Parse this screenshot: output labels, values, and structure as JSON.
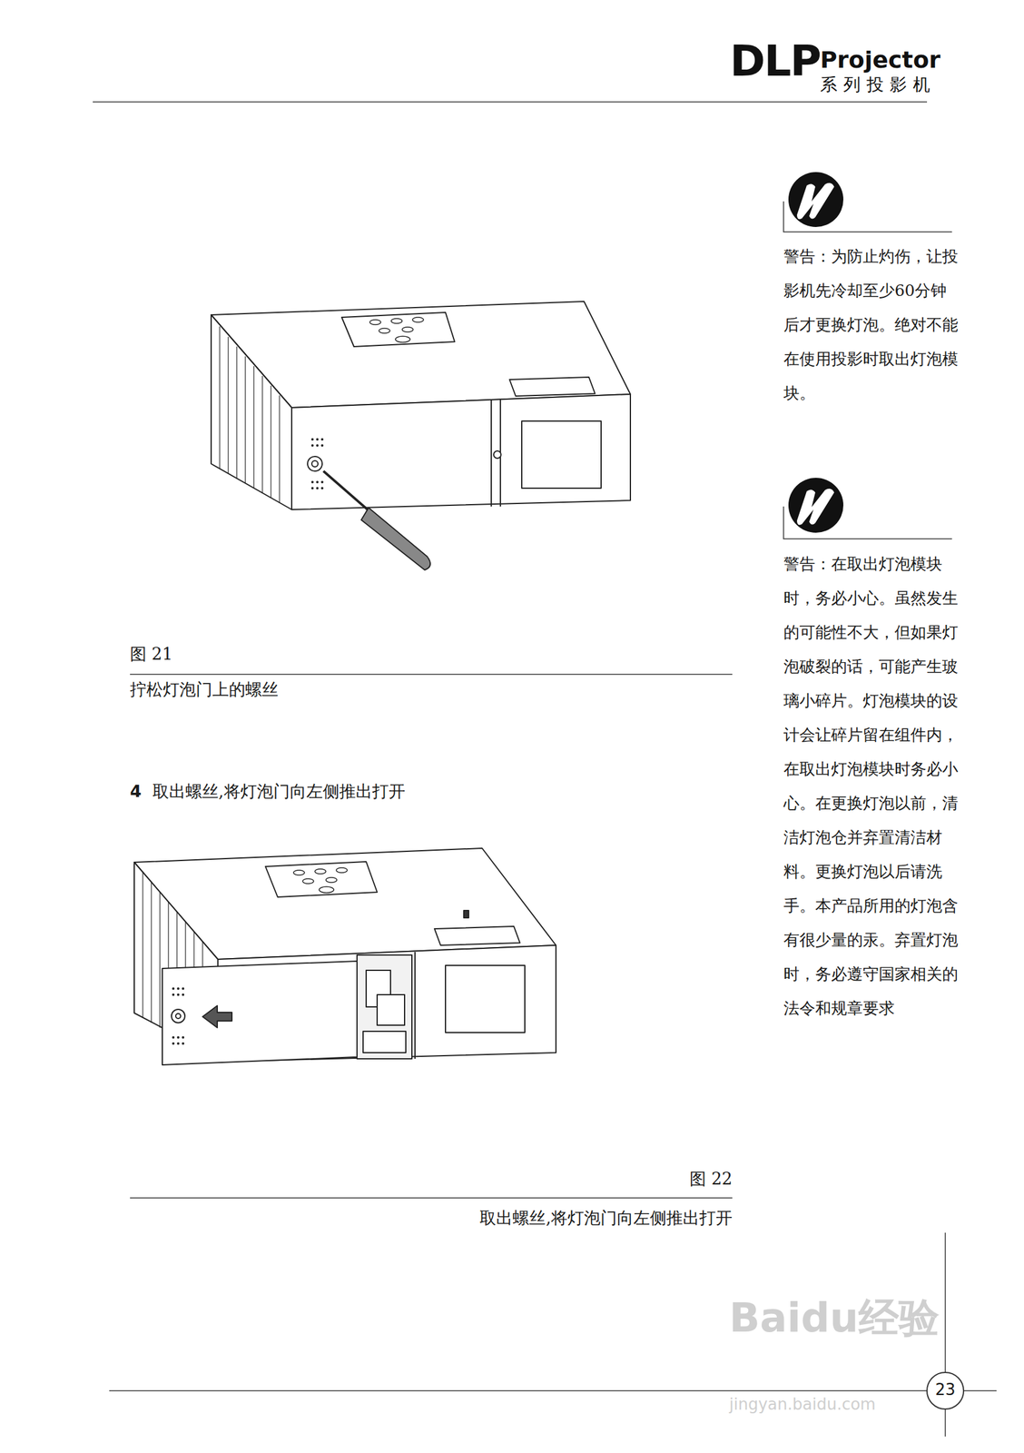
{
  "diagram": {
    "labels": [
      "DLP",
      "Projector",
      "系列投影机",
      "警告：为防止灼伤，让投影机先冷却至少60分钟后才更换灯泡。绝对不能在使用投影时取出灯泡模块。",
      "警告：在取出灯泡模块时，务必小心。虽然发生的可能性不大，但如果灯泡破裂的话，可能产生玻璃小碎片。灯泡模块的设计会让碎片留在组件内，在取出灯泡模块时务必小心。在更换灯泡以前，清洁灯泡仓并弃置清洁材料。更换灯泡以后请洗手。本产品所用的灯泡含有很少量的汞。弃置灯泡时，务必遵守国家相关的法令和规章要求",
      "图 21",
      "拧松灯泡门上的螺丝",
      "4",
      "取出螺丝,将灯泡门向左侧推出打开",
      "图 22",
      "取出螺丝,将灯泡门向左侧推出打开",
      "Baidu经验",
      "jingyan.baidu.com",
      "23"
    ]
  }
}
